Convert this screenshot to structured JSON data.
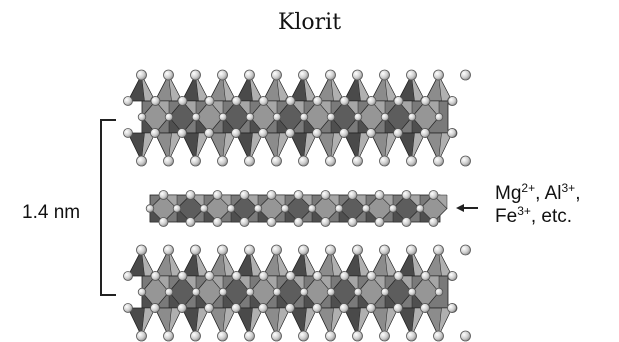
{
  "title": "Klorit",
  "spacing_label": "1.4 nm",
  "interlayer_ions": {
    "mg": "Mg",
    "mg_charge": "2+",
    "al": ", Al",
    "al_charge": "3+",
    "al_tail": ",",
    "fe": "Fe",
    "fe_charge": "3+",
    "fe_tail": ", etc."
  },
  "colors": {
    "tetrahedron_dark": "#4a4a4a",
    "tetrahedron_light": "#8c8c8c",
    "octahedron_face": "#7a7a7a",
    "atom": "#d8d8d8",
    "line": "#222222"
  }
}
